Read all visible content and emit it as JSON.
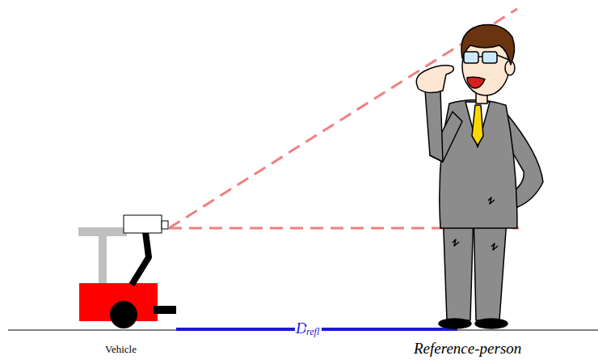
{
  "diagram": {
    "labels": [
      "Vehicle",
      "D",
      "refl",
      "Reference-person"
    ]
  }
}
